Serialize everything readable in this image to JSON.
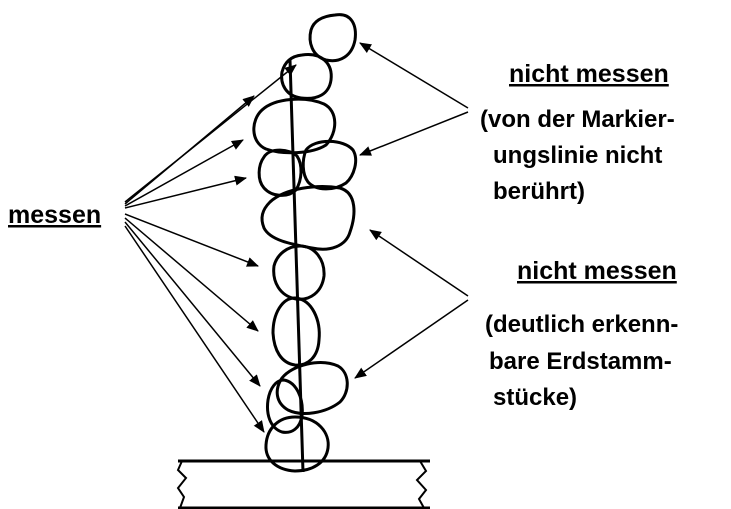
{
  "labels": {
    "left": "messen",
    "right_top_heading": "nicht messen",
    "right_top_note": [
      "(von der Markier-",
      "ungslinie nicht",
      "berührt)"
    ],
    "right_bottom_heading": "nicht messen",
    "right_bottom_note": [
      "(deutlich erkenn-",
      "bare Erdstamm-",
      "stücke)"
    ]
  }
}
